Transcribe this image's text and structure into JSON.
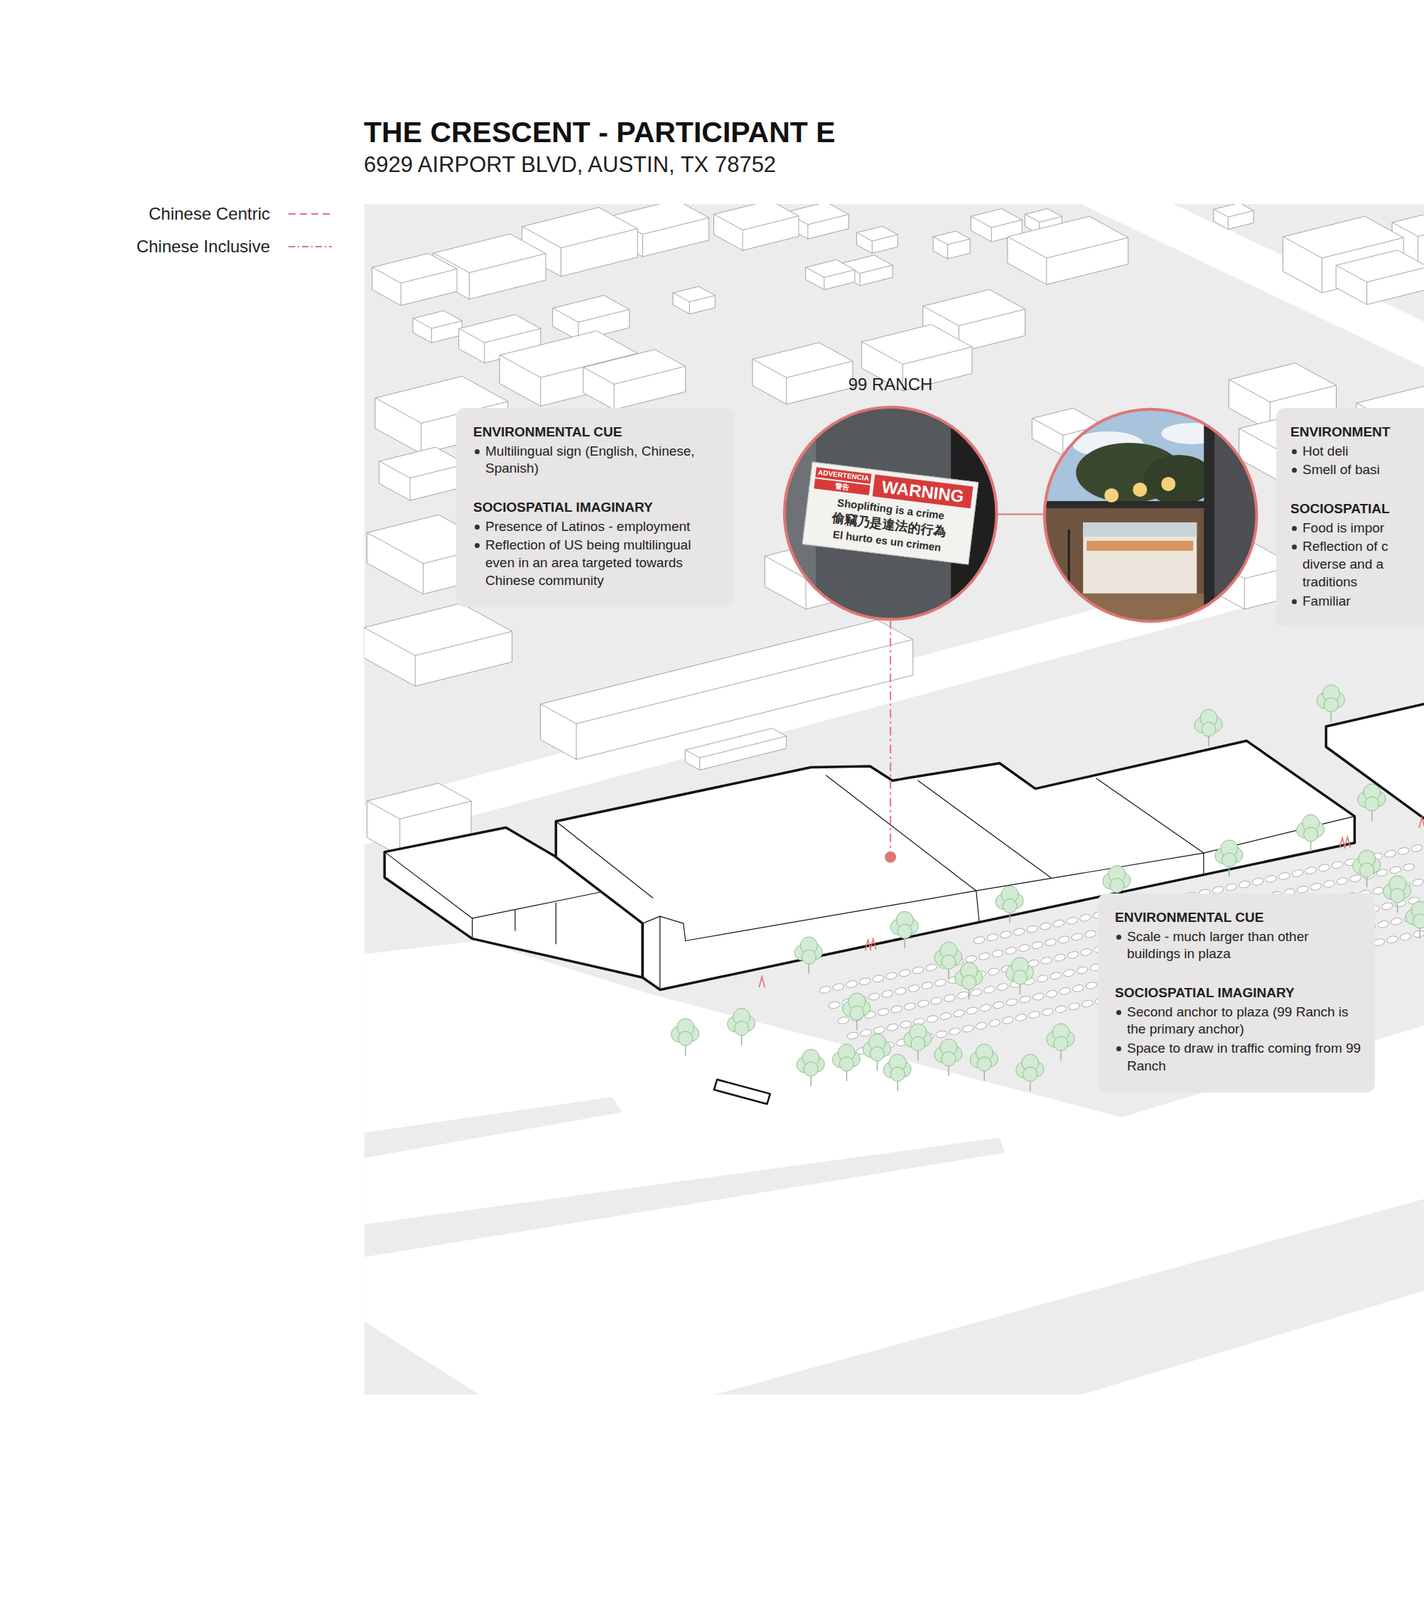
{
  "diagram": {
    "title": "THE CRESCENT - PARTICIPANT E",
    "nodes": [
      {
        "text": [
          "ENVIRONMENTAL CUE",
          "Multilingual sign (English, Chinese, Spanish)",
          "SOCIOSPATIAL IMAGINARY",
          "Presence of Latinos - employment",
          "Reflection of US being multilingual even in an area targeted towards Chinese community"
        ]
      },
      {
        "text": [
          "ENVIRONMENT",
          "Hot deli",
          "Smell of basi",
          "SOCIOSPATIAL",
          "Food is impor",
          "Reflection of c diverse and a traditions",
          "Familiar"
        ]
      },
      {
        "text": [
          "ENVIRONMENTAL CUE",
          "Scale - much larger than other buildings in plaza",
          "SOCIOSPATIAL IMAGINARY",
          "Second anchor to plaza (99 Ranch is the primary anchor)",
          "Space to draw in traffic coming from 99 Ranch"
        ]
      }
    ],
    "labels": [
      "6929 AIRPORT BLVD, AUSTIN, TX 78752",
      "99 RANCH",
      "ADVERTENCIA",
      "警告",
      "WARNING",
      "Shoplifting is a crime",
      "偷竊乃是違法的行為",
      "El hurto es un crimen"
    ],
    "legend": [
      {
        "text": "Chinese Centric"
      },
      {
        "text": "Chinese Inclusive"
      }
    ]
  }
}
